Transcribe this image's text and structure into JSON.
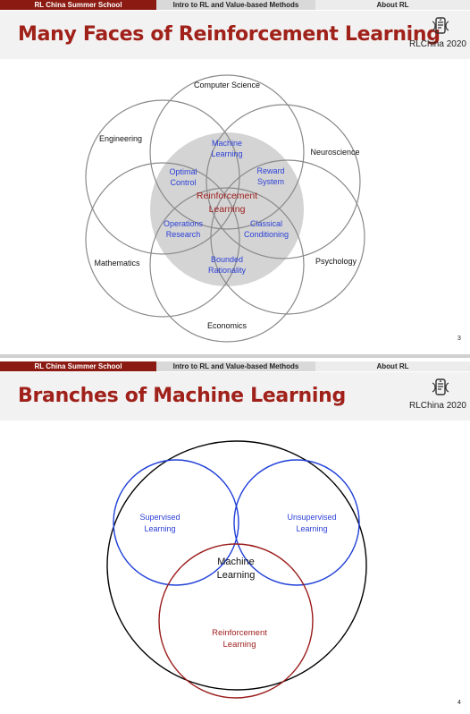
{
  "slides": [
    {
      "nav": {
        "school": "RL China Summer School",
        "course": "Intro to RL and Value-based Methods",
        "section": "About RL"
      },
      "title": "Many Faces of Reinforcement Learning",
      "logo_text": "RLChina 2020",
      "page_number": "3",
      "diagram": {
        "outer_labels": {
          "computer_science": "Computer Science",
          "engineering": "Engineering",
          "neuroscience": "Neuroscience",
          "mathematics": "Mathematics",
          "psychology": "Psychology",
          "economics": "Economics"
        },
        "inner_labels": {
          "machine_learning": [
            "Machine",
            "Learning"
          ],
          "optimal_control": [
            "Optimal",
            "Control"
          ],
          "reward_system": [
            "Reward",
            "System"
          ],
          "operations_research": [
            "Operations",
            "Research"
          ],
          "classical_conditioning": [
            "Classical",
            "Conditioning"
          ],
          "bounded_rationality": [
            "Bounded",
            "Rationality"
          ],
          "reinforcement_learning": [
            "Reinforcement",
            "Learning"
          ]
        },
        "colors": {
          "outer_circle": "#8a8a8a",
          "center_fill": "#d4d4d4",
          "inner_text": "#2a3fd6",
          "center_text": "#a02020"
        }
      }
    },
    {
      "nav": {
        "school": "RL China Summer School",
        "course": "Intro to RL and Value-based Methods",
        "section": "About RL"
      },
      "title": "Branches of Machine Learning",
      "logo_text": "RLChina 2020",
      "page_number": "4",
      "diagram": {
        "supervised": [
          "Supervised",
          "Learning"
        ],
        "unsupervised": [
          "Unsupervised",
          "Learning"
        ],
        "machine_learning": [
          "Machine",
          "Learning"
        ],
        "reinforcement": [
          "Reinforcement",
          "Learning"
        ],
        "colors": {
          "outer": "#000000",
          "supervised": "#1f3fd8",
          "unsupervised": "#1f3fd8",
          "reinforcement": "#9b1c1c"
        }
      }
    }
  ]
}
